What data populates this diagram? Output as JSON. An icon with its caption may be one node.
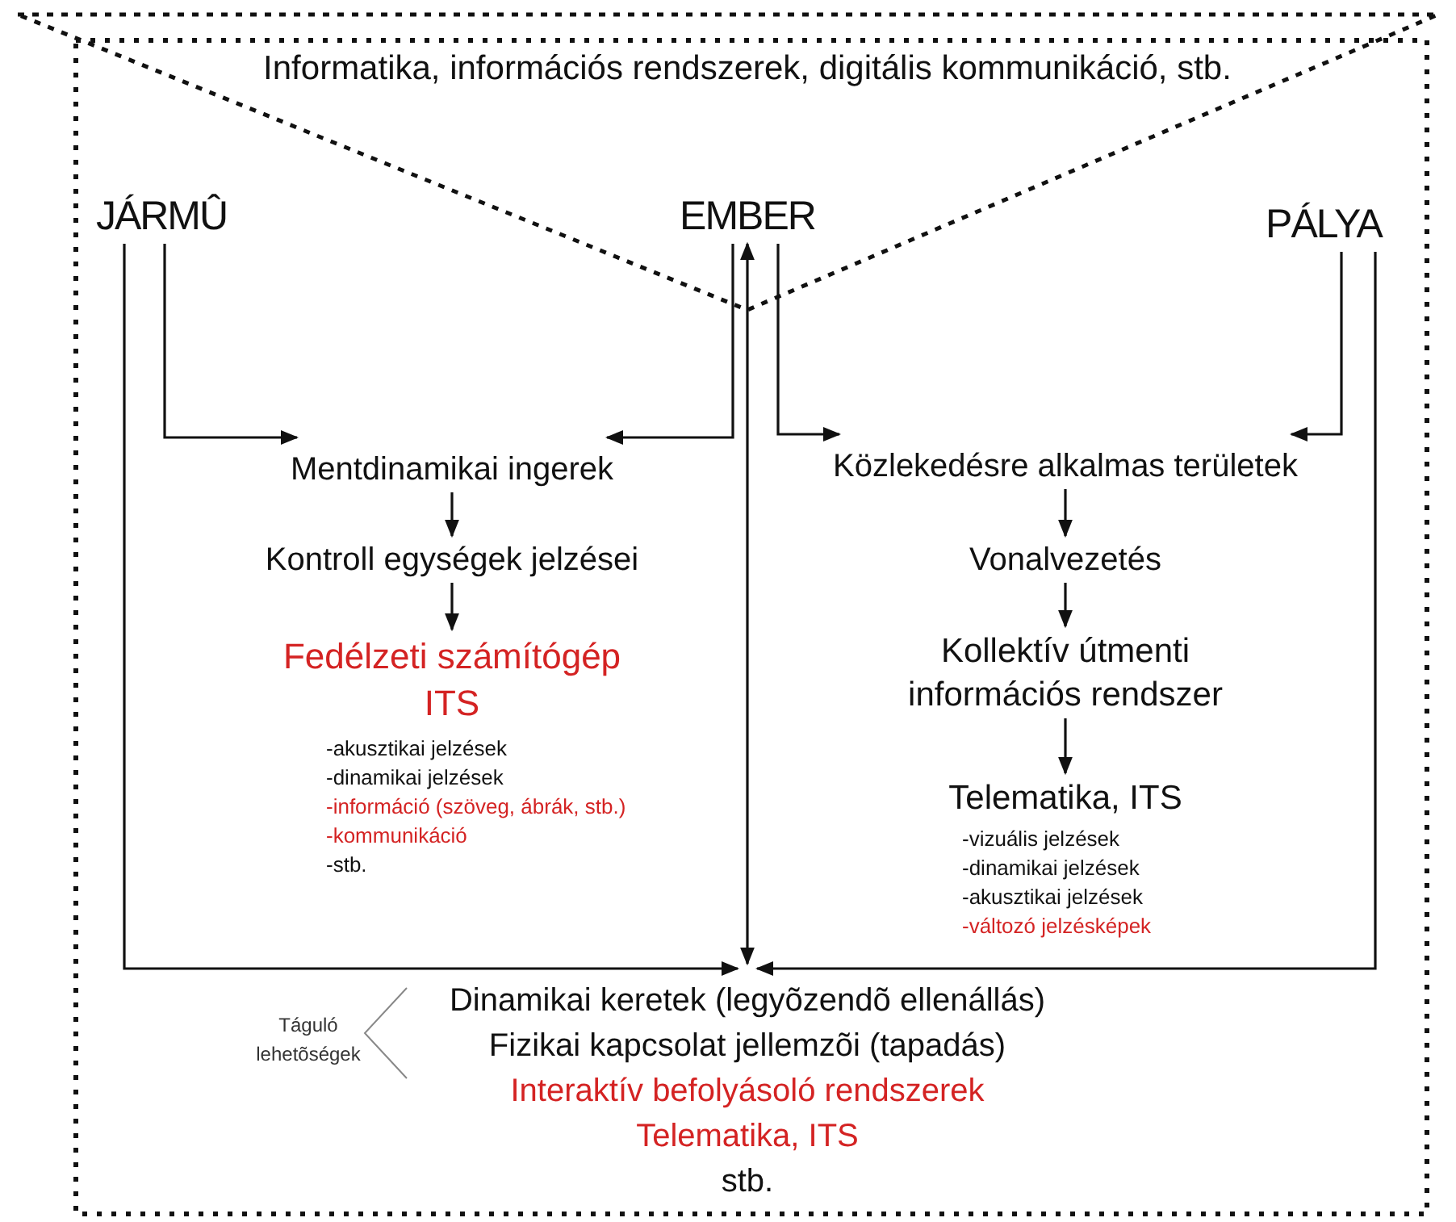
{
  "diagram": {
    "nodes": [
      {
        "text": [
          "JÁRMÛ"
        ]
      },
      {
        "text": [
          "EMBER"
        ]
      },
      {
        "text": [
          "PÁLYA"
        ]
      },
      {
        "text": [
          "Mentdinamikai ingerek"
        ]
      },
      {
        "text": [
          "Kontroll egységek jelzései"
        ]
      },
      {
        "text": [
          "Fedélzeti számítógép ITS"
        ],
        "beside": [
          "-akusztikai jelzések",
          "-dinamikai jelzések",
          "-információ (szöveg, ábrák, stb.)",
          "-kommunikáció",
          "-stb."
        ]
      },
      {
        "text": [
          "Közlekedésre alkalmas területek"
        ]
      },
      {
        "text": [
          "Vonalvezetés"
        ]
      },
      {
        "text": [
          "Kollektív útmenti információs rendszer"
        ]
      },
      {
        "text": [
          "Telematika, ITS"
        ],
        "beside": [
          "-vizuális jelzések",
          "-dinamikai jelzések",
          "-akusztikai jelzések",
          "-változó jelzésképek"
        ]
      },
      {
        "text": [
          "Dinamikai keretek (legyõzendõ ellenállás)",
          "Fizikai kapcsolat jellemzõi (tapadás)",
          "Interaktív befolyásoló rendszerek",
          "Telematika, ITS",
          "stb."
        ]
      }
    ],
    "edges": [
      {
        "from": 0,
        "to": 10,
        "arrow": "to"
      },
      {
        "from": 0,
        "to": 3,
        "arrow": "to"
      },
      {
        "from": 1,
        "to": 3,
        "arrow": "to"
      },
      {
        "from": 1,
        "to": 10,
        "arrow": "both"
      },
      {
        "from": 1,
        "to": 6,
        "arrow": "to"
      },
      {
        "from": 2,
        "to": 6,
        "arrow": "to"
      },
      {
        "from": 2,
        "to": 10,
        "arrow": "to"
      },
      {
        "from": 3,
        "to": 4,
        "arrow": "to"
      },
      {
        "from": 4,
        "to": 5,
        "arrow": "to"
      },
      {
        "from": 6,
        "to": 7,
        "arrow": "to"
      },
      {
        "from": 7,
        "to": 8,
        "arrow": "to"
      },
      {
        "from": 8,
        "to": 9,
        "arrow": "to"
      }
    ],
    "labels": [
      "Informatika, információs rendszerek, digitális kommunikáció, stb.",
      "Táguló lehetõségek"
    ]
  }
}
